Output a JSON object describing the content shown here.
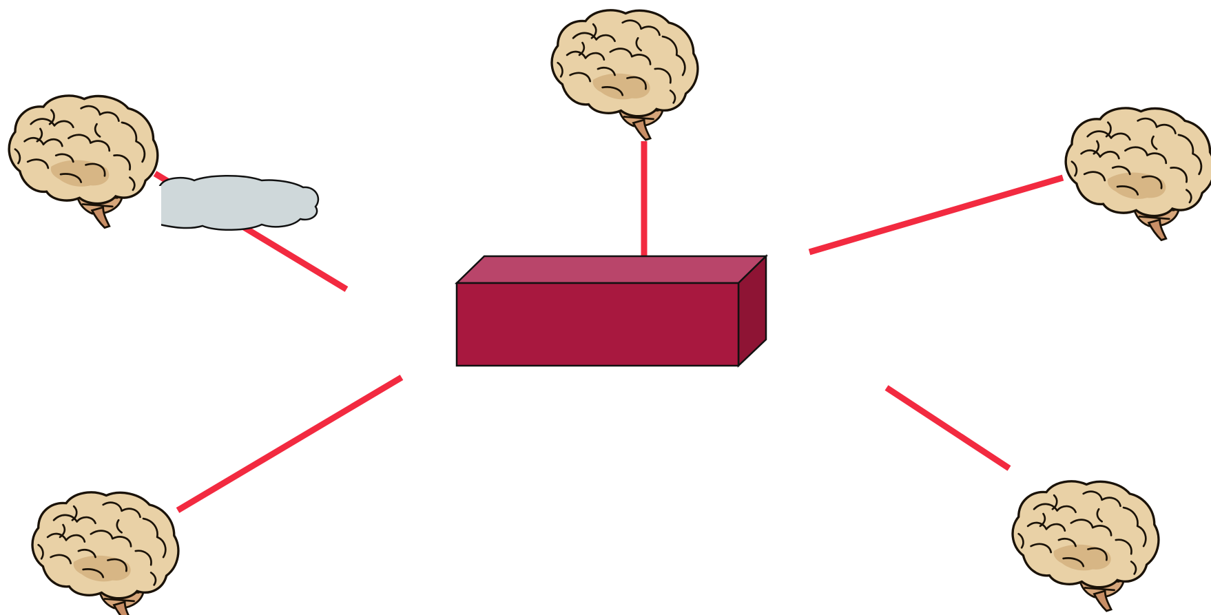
{
  "diagram": {
    "nodes": [
      {
        "id": "brain-top-center",
        "icon": "brain-icon"
      },
      {
        "id": "brain-top-left",
        "icon": "brain-icon"
      },
      {
        "id": "brain-top-right",
        "icon": "brain-icon"
      },
      {
        "id": "brain-bottom-left",
        "icon": "brain-icon"
      },
      {
        "id": "brain-bottom-right",
        "icon": "brain-icon"
      }
    ],
    "hub": {
      "icon": "box-icon",
      "color": "#a8183f"
    },
    "cloud": {
      "icon": "cloud-icon",
      "color": "#cfd8da"
    },
    "connector_color": "#f22a40"
  }
}
